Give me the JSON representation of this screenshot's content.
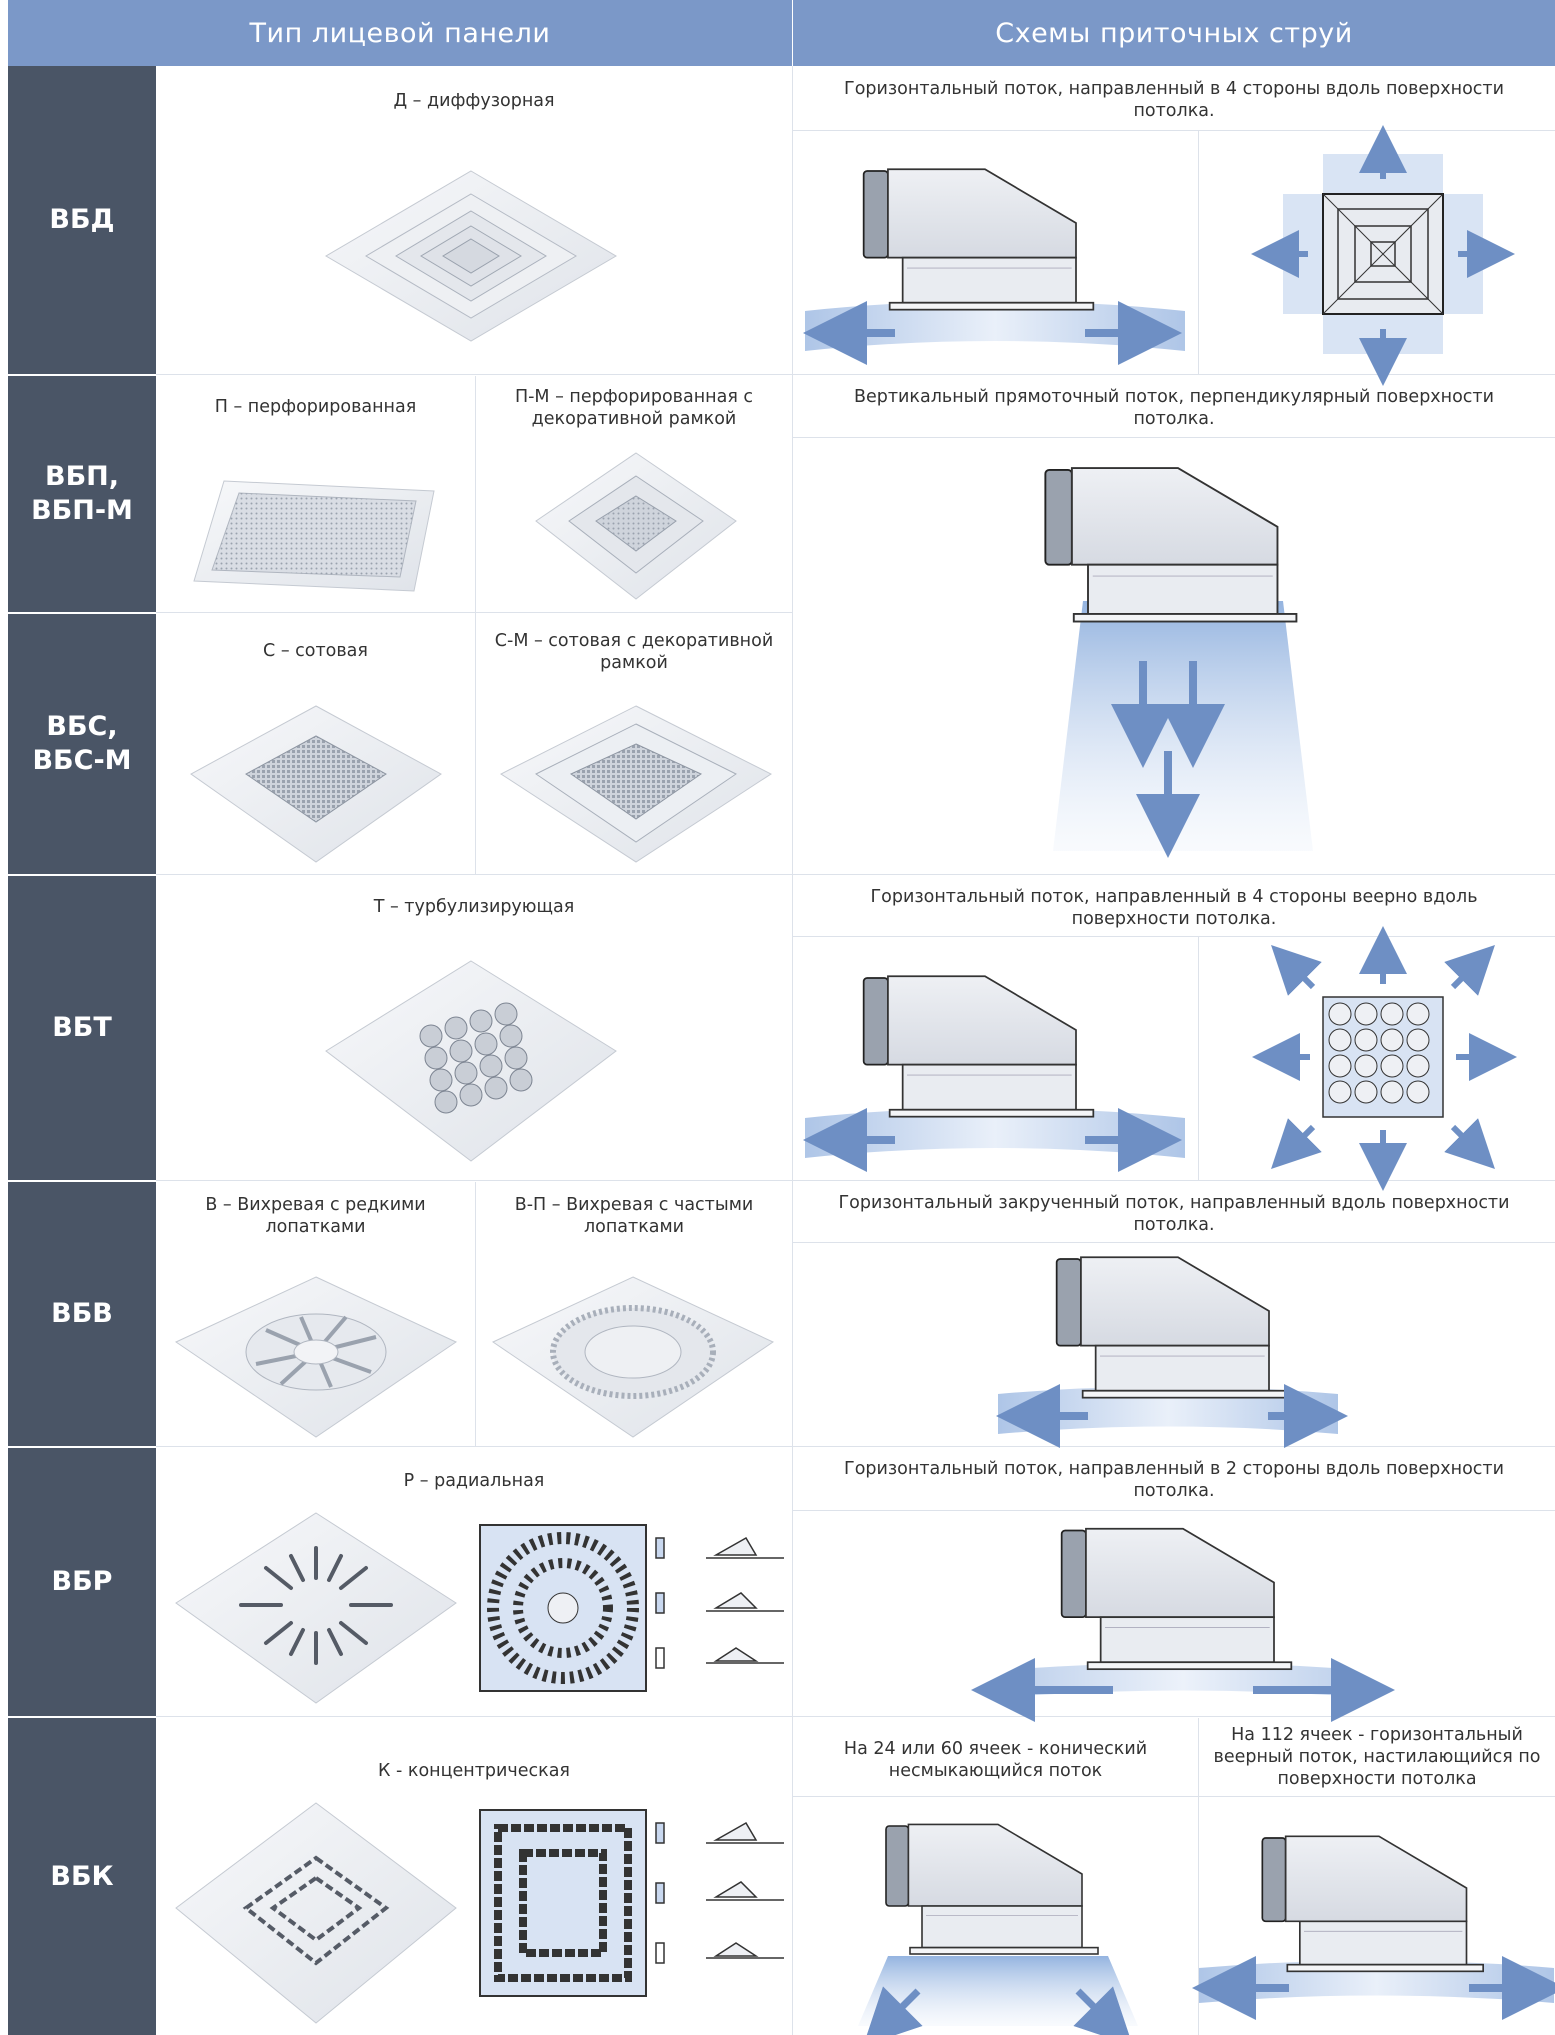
{
  "header": {
    "panel_type": "Тип лицевой панели",
    "jet_schemes": "Схемы приточных струй"
  },
  "rows": {
    "vbd": {
      "code": "ВБД",
      "panel_label": "Д – диффузорная",
      "flow_caption": "Горизонтальный поток, направленный в 4 стороны вдоль поверхности потолка."
    },
    "vbp": {
      "code": "ВБП, ВБП-М",
      "panel_label_1": "П – перфорированная",
      "panel_label_2": "П-М – перфорированная с декоративной рамкой",
      "flow_caption": "Вертикальный прямоточный поток, перпендикулярный поверхности потолка."
    },
    "vbs": {
      "code": "ВБС, ВБС-М",
      "panel_label_1": "С – сотовая",
      "panel_label_2": "С-М – сотовая с декоративной рамкой"
    },
    "vbt": {
      "code": "ВБТ",
      "panel_label": "Т – турбулизирующая",
      "flow_caption": "Горизонтальный поток, направленный в 4 стороны веерно вдоль поверхности потолка."
    },
    "vbv": {
      "code": "ВБВ",
      "panel_label_1": "В – Вихревая с редкими лопатками",
      "panel_label_2": "В-П – Вихревая с частыми лопатками",
      "flow_caption": "Горизонтальный закрученный поток, направленный вдоль поверхности потолка."
    },
    "vbr": {
      "code": "ВБР",
      "panel_label": "Р – радиальная",
      "flow_caption": "Горизонтальный поток, направленный в 2 стороны вдоль поверхности потолка."
    },
    "vbk": {
      "code": "ВБК",
      "panel_label": "К - концентрическая",
      "flow_caption_1": "На 24 или 60 ячеек - конический несмыкающийся поток",
      "flow_caption_2": "На 112 ячеек - горизонтальный веерный поток, настилающийся по поверхности потолка"
    }
  },
  "colors": {
    "header_bg": "#7b98c8",
    "code_bg": "#4a5566",
    "arrow": "#6e8fc4",
    "flow": "#c9d8ef"
  }
}
